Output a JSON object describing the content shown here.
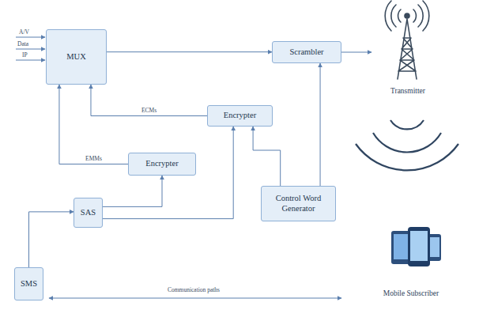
{
  "diagram": {
    "nodes": [
      {
        "text": [
          "MUX"
        ]
      },
      {
        "text": [
          "Scrambler"
        ]
      },
      {
        "text": [
          "Transmitter"
        ]
      },
      {
        "text": [
          "Encrypter"
        ]
      },
      {
        "text": [
          "Encrypter"
        ]
      },
      {
        "text": [
          "Control Word Generator"
        ]
      },
      {
        "text": [
          "SAS"
        ]
      },
      {
        "text": [
          "Mobile Subscriber"
        ]
      },
      {
        "text": [
          "SMS"
        ]
      }
    ],
    "edges": [
      {
        "from": 0,
        "to": 1,
        "arrow": "to"
      },
      {
        "from": 1,
        "to": 2,
        "arrow": "to"
      },
      {
        "from": 3,
        "to": 0,
        "label": "ECMs",
        "arrow": "to"
      },
      {
        "from": 4,
        "to": 0,
        "label": "EMMs",
        "arrow": "to"
      },
      {
        "from": 5,
        "to": 3,
        "arrow": "to"
      },
      {
        "from": 5,
        "to": 1,
        "arrow": "to"
      },
      {
        "from": 6,
        "to": 4,
        "arrow": "to"
      },
      {
        "from": 6,
        "to": 3,
        "arrow": "to"
      },
      {
        "from": 8,
        "to": 6,
        "arrow": "to"
      }
    ],
    "labels": [
      "A/V",
      "Data",
      "IP",
      "Communication paths"
    ]
  }
}
